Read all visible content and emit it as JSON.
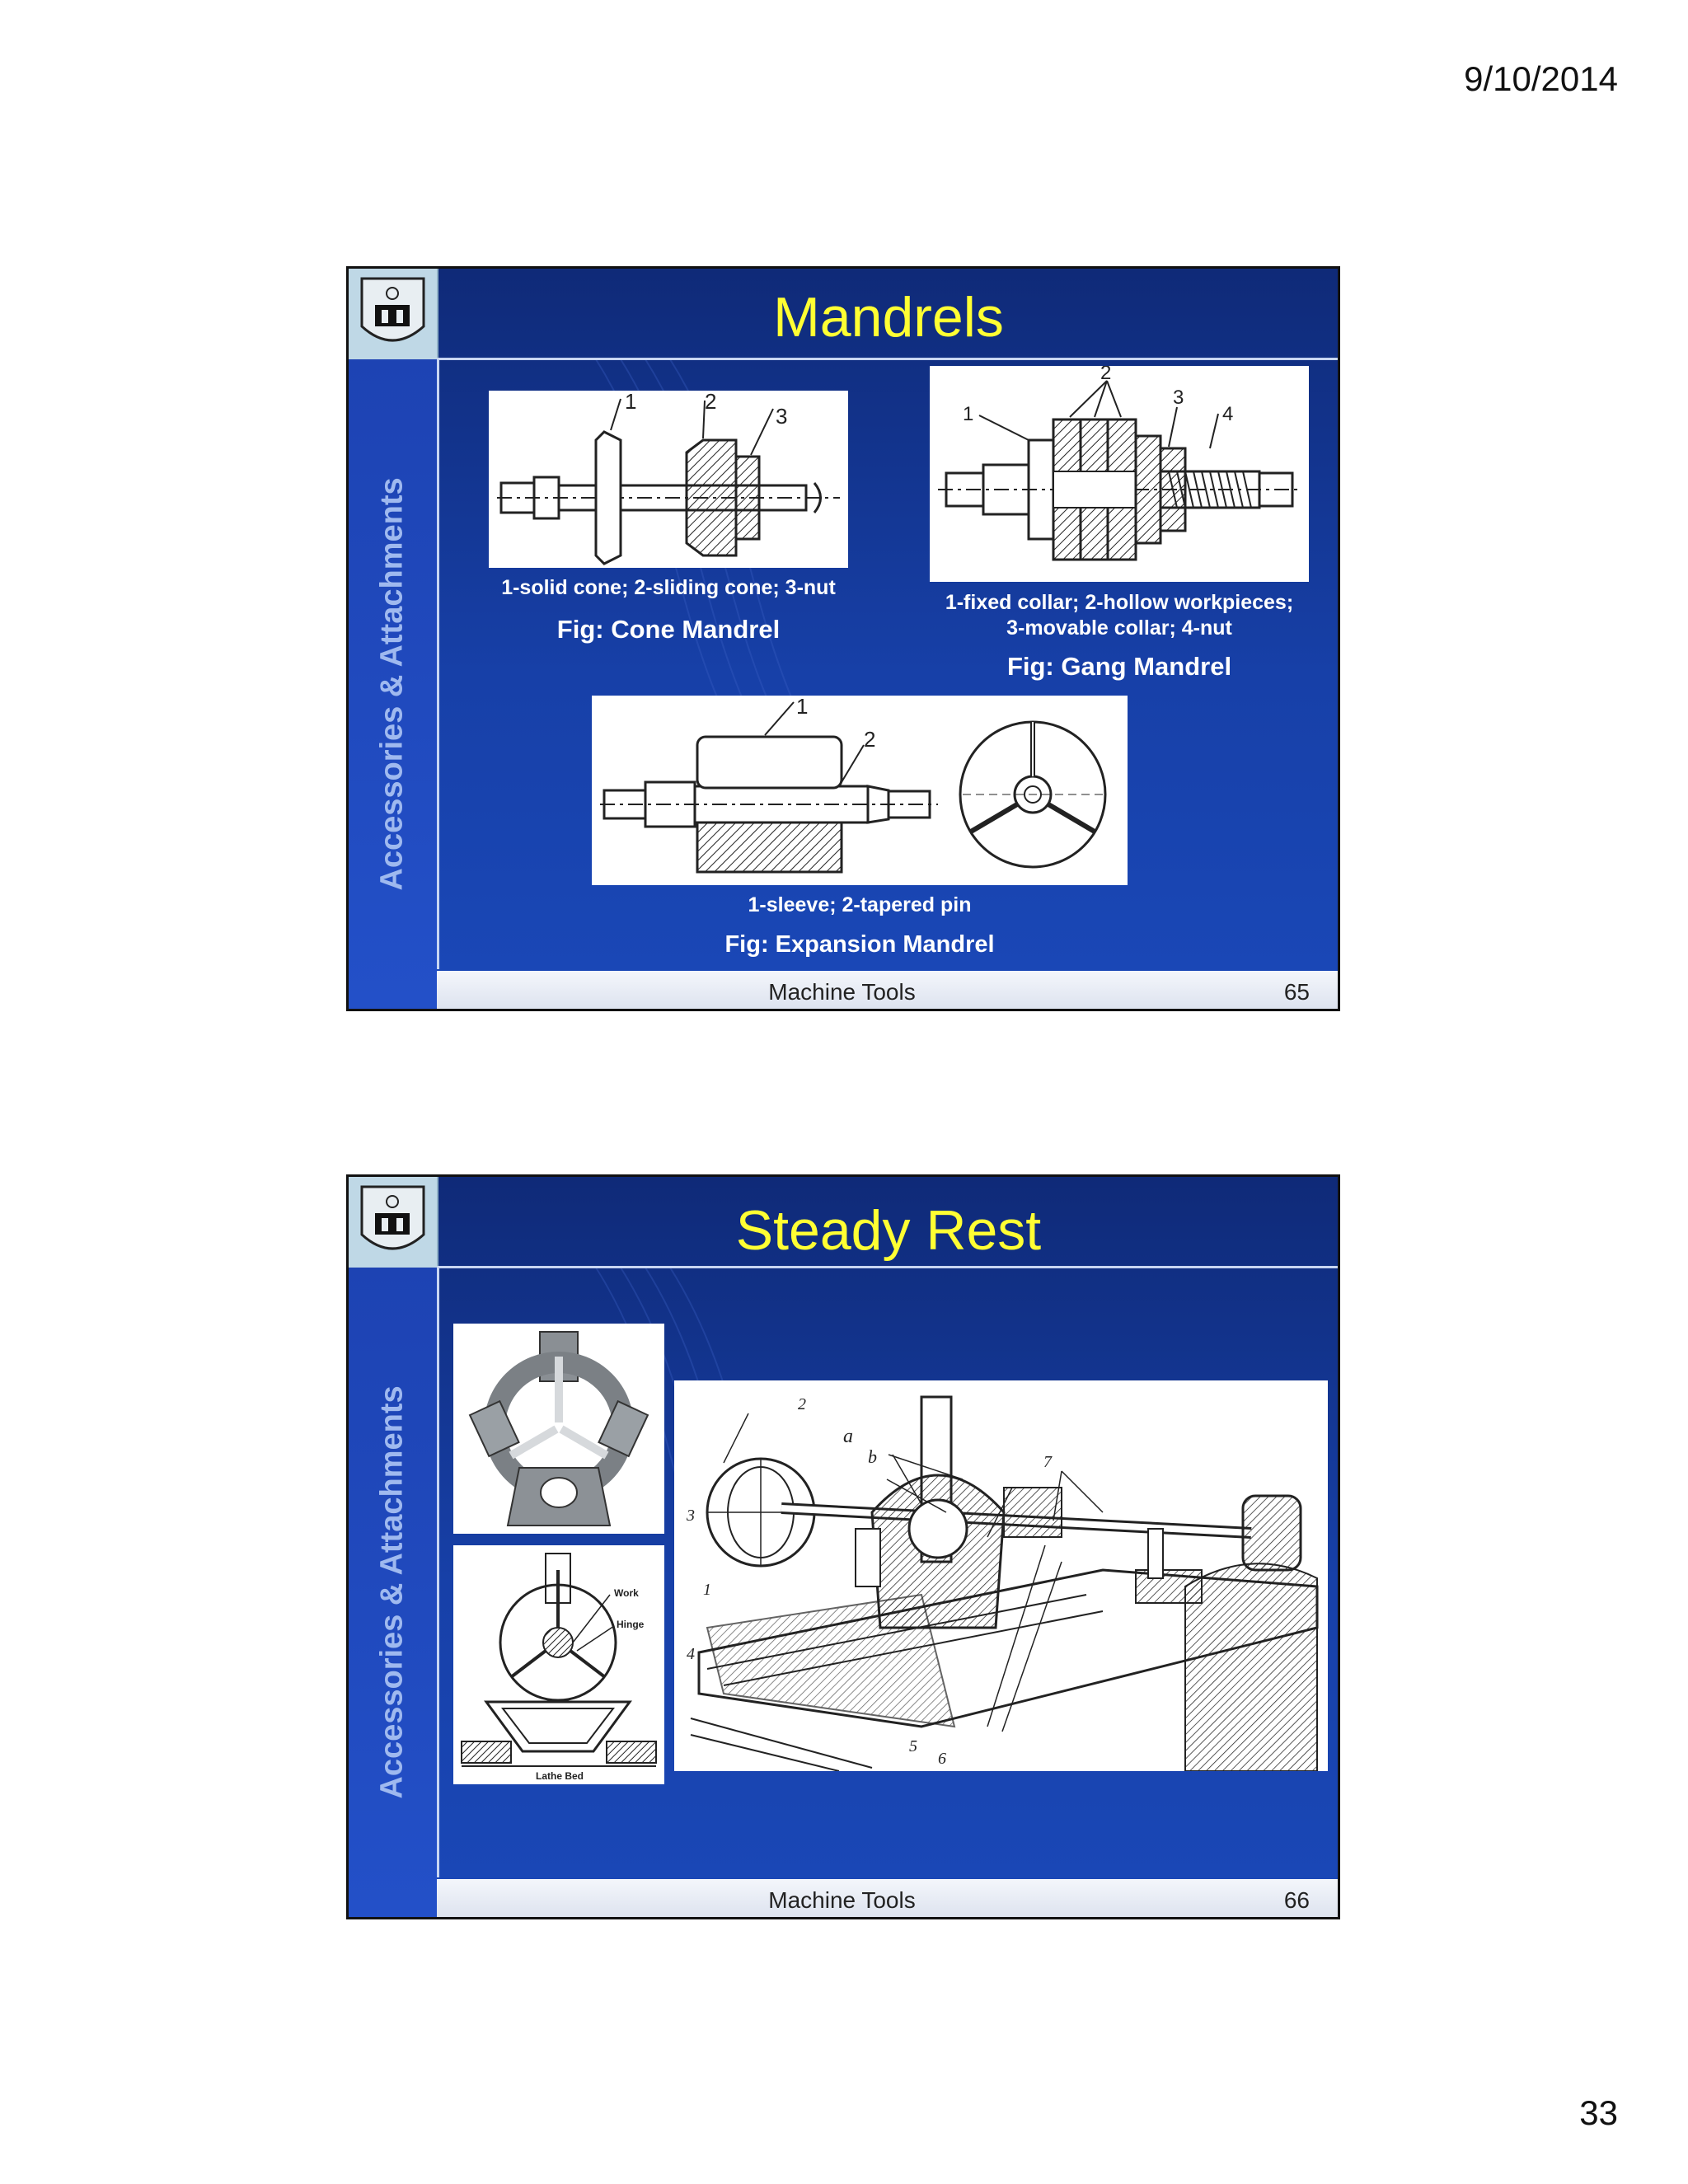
{
  "page": {
    "date": "9/10/2014",
    "number": "33"
  },
  "slides": [
    {
      "title": "Mandrels",
      "side_label": "Accessories & Attachments",
      "footer": "Machine Tools",
      "slide_number": "65",
      "figures": [
        {
          "callouts": [
            "1",
            "2",
            "3"
          ],
          "legend": "1-solid cone; 2-sliding cone; 3-nut",
          "title": "Fig: Cone Mandrel"
        },
        {
          "callouts": [
            "1",
            "2",
            "3",
            "4"
          ],
          "legend_line1": "1-fixed collar; 2-hollow workpieces;",
          "legend_line2": "3-movable collar; 4-nut",
          "title": "Fig: Gang Mandrel"
        },
        {
          "callouts": [
            "1",
            "2"
          ],
          "legend": "1-sleeve; 2-tapered pin",
          "title": "Fig: Expansion Mandrel"
        }
      ]
    },
    {
      "title": "Steady Rest",
      "side_label": "Accessories & Attachments",
      "footer": "Machine Tools",
      "slide_number": "66",
      "figure_labels": {
        "work": "Work",
        "hinge": "Hinge",
        "bed": "Lathe Bed"
      },
      "callouts": [
        "1",
        "2",
        "3",
        "4",
        "5",
        "6",
        "7",
        "a",
        "b"
      ]
    }
  ]
}
